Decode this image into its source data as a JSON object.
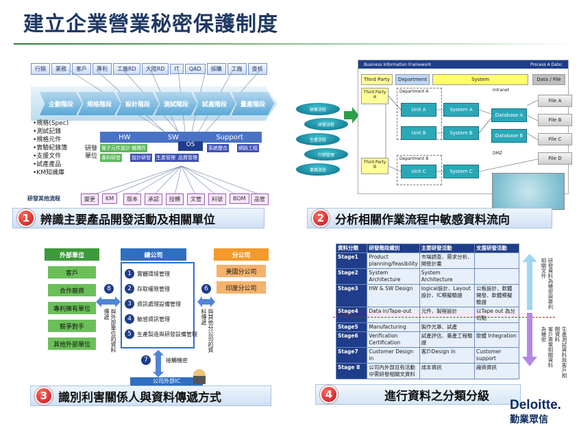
{
  "page_title": "建立企業營業秘密保護制度",
  "q1": {
    "departments": [
      "行銷",
      "業務",
      "客戶",
      "專利",
      "工廠RD",
      "大陸RD",
      "IT",
      "QAD",
      "採購",
      "工廠",
      "查核"
    ],
    "phases": [
      "企劃階段",
      "規格階段",
      "設計階段",
      "測試階段",
      "試產階段",
      "量產階段"
    ],
    "docs": [
      "•規格(Spec)",
      "•測試記錄",
      "•規格元件",
      "•實驗紀錄簿",
      "•支援文件",
      "•試產產品",
      "•KM知識庫"
    ],
    "layers": {
      "hw": "HW",
      "sw": "SW",
      "support": "Support",
      "os": "OS"
    },
    "rd_unit_label": "研發\n單位",
    "unit_boxes": [
      "電子元件設計",
      "機構件",
      "專利研發",
      "設計研發",
      "生產管理",
      "品質管理",
      "系統整合",
      "網路工程"
    ],
    "other_label": "研發其他流程",
    "other_items": [
      "變更",
      "KM",
      "版本",
      "承認",
      "技轉",
      "文管",
      "料號",
      "BOM",
      "品管"
    ],
    "caption": "辨識主要產品開發活動及相關單位",
    "number": "1"
  },
  "q2": {
    "header": {
      "title": "Business Information Framework",
      "process": "Process A  Date:"
    },
    "row_labels": {
      "third_party": "Third Party",
      "department": "Department",
      "system": "System",
      "data": "Data / File"
    },
    "third_party_a": "Third Party A",
    "third_party_b": "Third Party B",
    "dept_a": "Department A",
    "dept_b": "Department B",
    "intranet": "Intranet",
    "dmz": "DMZ",
    "units": [
      "Unit A",
      "Unit B",
      "Unit C"
    ],
    "systems": [
      "System A",
      "System B",
      "System C"
    ],
    "databases": [
      "Database A",
      "Database B"
    ],
    "files": [
      "File A",
      "File B",
      "File C",
      "File D"
    ],
    "discs": [
      "銷售流程",
      "研發流程",
      "生產流程",
      "行銷管理",
      "業務流程"
    ],
    "caption": "分析相關作業流程中敏感資料流向",
    "number": "2"
  },
  "q3": {
    "external_header": "外部單位",
    "center_header": "總公司",
    "branch_header": "分公司",
    "externals": [
      "客戶",
      "合作廠商",
      "專利擁有單位",
      "競爭對手",
      "其他外部單位"
    ],
    "center_items": [
      {
        "n": "1",
        "t": "實體環境管理"
      },
      {
        "n": "2",
        "t": "存取權限管理"
      },
      {
        "n": "3",
        "t": "資訊處理設備管理"
      },
      {
        "n": "4",
        "t": "敏感資訊管理"
      },
      {
        "n": "5",
        "t": "生產製造與研發設備管理"
      }
    ],
    "branches": [
      "美國分公司",
      "印度分公司"
    ],
    "arrow_left": {
      "n": "8",
      "t": "與外部單位的資料傳遞"
    },
    "arrow_right": {
      "n": "6",
      "t": "與其他分公司的資料傳遞"
    },
    "arrow_bottom": {
      "n": "7",
      "t": "接觸機密"
    },
    "bottom_box": "公司外部IC",
    "caption": "識別利害關係人與資料傳遞方式",
    "number": "3"
  },
  "q4": {
    "columns": [
      "資料分類",
      "研發階段識別",
      "主要研發活動",
      "支援研發活動"
    ],
    "rows": [
      [
        "Stage1",
        "Product planning/feasibility",
        "市場調查、需求分析、開發計畫",
        ""
      ],
      [
        "Stage2",
        "System Architecture",
        "System Architecture",
        ""
      ],
      [
        "Stage3",
        "HW & SW Design",
        "logical設計、Layout設計、IC模擬驗證",
        "公板設計、軟體開發、軟體模擬驗證"
      ],
      [
        "Stage4",
        "Data in/Tape-out",
        "元件、製程設計",
        "以Tape out 為分切點"
      ],
      [
        "Stage5",
        "Manufacturing",
        "製作光罩、試產",
        ""
      ],
      [
        "Stage6",
        "Verification Certification",
        "試產評估、量產工程驗證",
        "軟體 Integration"
      ],
      [
        "Stage7",
        "Customer Design in",
        "客戶Design in",
        "Customer support"
      ],
      [
        "Stage 8",
        "公司內外部且有活動中需研發相關文資料",
        "成本資訊",
        "廠商資訊"
      ]
    ],
    "side_top": "研發資料為機密與專利相關文件",
    "side_bottom": "客戶專案相關資料為機密",
    "side_far": "生產測試資料與客戶相關資料",
    "caption": "進行資料之分類分級",
    "number": "4"
  },
  "brand": {
    "name": "Deloitte.",
    "sub": "勤業眾信"
  }
}
